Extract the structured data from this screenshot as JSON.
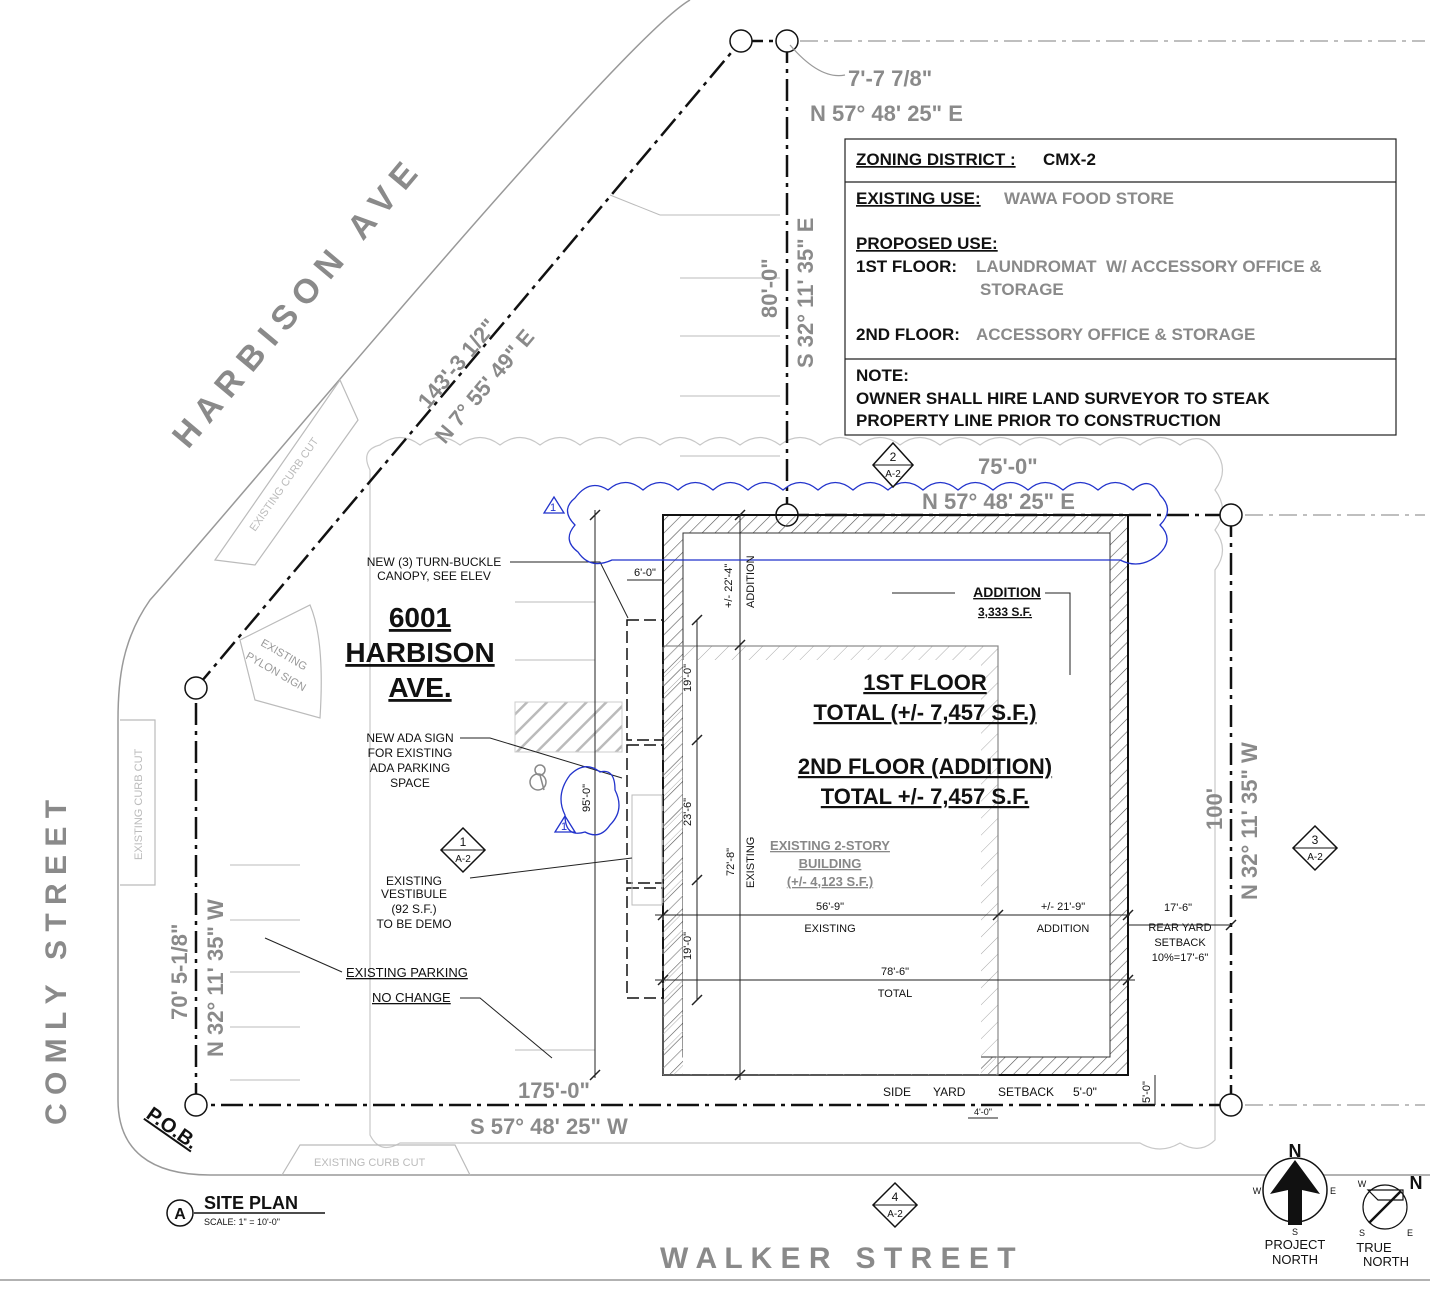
{
  "streets": {
    "harbison": "H A R B I S O N   A V E",
    "comly": "C O M L Y   S T R E E T",
    "walker": "W A L K E R   S T R E E T"
  },
  "property_lines": {
    "north_diag_length": "143'-3 1/2\"",
    "north_diag_bearing": "N 7° 55' 49\" E",
    "top_short_length": "7'-7 7/8\"",
    "top_short_bearing": "N 57° 48' 25\" E",
    "upper_east_length": "80'-0\"",
    "upper_east_bearing": "S 32° 11' 35\" E",
    "rear_length": "75'-0\"",
    "rear_bearing": "N 57° 48' 25\" E",
    "east_length": "100'",
    "east_bearing": "N 32° 11' 35\" W",
    "south_length": "175'-0\"",
    "south_bearing": "S 57° 48' 25\" W",
    "west_length": "70' 5-1/8\"",
    "west_bearing": "N 32° 11' 35\" W",
    "pob": "P.O.B."
  },
  "info_box": {
    "zoning_label": "ZONING DISTRICT :",
    "zoning_value": "CMX-2",
    "existing_use_label": "EXISTING USE:",
    "existing_use_value": "WAWA FOOD STORE",
    "proposed_use_label": "PROPOSED USE:",
    "first_floor_label": "1ST FLOOR:",
    "first_floor_value_1": "LAUNDROMAT  W/ ACCESSORY OFFICE &",
    "first_floor_value_2": "STORAGE",
    "second_floor_label": "2ND FLOOR:",
    "second_floor_value": "ACCESSORY OFFICE & STORAGE",
    "note_label": "NOTE:",
    "note_line_1": "OWNER SHALL HIRE LAND SURVEYOR TO STEAK",
    "note_line_2": "PROPERTY LINE PRIOR TO CONSTRUCTION"
  },
  "address": {
    "line1": "6001",
    "line2": "HARBISON",
    "line3": "AVE."
  },
  "floor_totals": {
    "first_title": "1ST FLOOR",
    "first_total": "TOTAL (+/- 7,457 S.F.)",
    "second_title": "2ND FLOOR (ADDITION)",
    "second_total": "TOTAL +/- 7,457 S.F."
  },
  "addition_label": {
    "title": "ADDITION",
    "area": "3,333 S.F."
  },
  "existing_building": {
    "line1": "EXISTING 2-STORY",
    "line2": "BUILDING",
    "line3": "(+/- 4,123 S.F.)"
  },
  "callouts": {
    "canopy_1": "NEW (3) TURN-BUCKLE",
    "canopy_2": "CANOPY, SEE ELEV",
    "ada_1": "NEW ADA SIGN",
    "ada_2": "FOR EXISTING",
    "ada_3": "ADA PARKING",
    "ada_4": "SPACE",
    "vest_1": "EXISTING",
    "vest_2": "VESTIBULE",
    "vest_3": "(92 S.F.)",
    "vest_4": "TO BE DEMO",
    "parking": "EXISTING PARKING",
    "no_change": "NO CHANGE",
    "pylon_1": "EXISTING",
    "pylon_2": "PYLON SIGN",
    "curb_cut": "EXISTING CURB CUT"
  },
  "dimensions": {
    "six": "6'-0\"",
    "twentytwo": "+/- 22'-4\"",
    "addition_v": "ADDITION",
    "nineteen_a": "19'-0\"",
    "twentythree": "23'-6\"",
    "nineteen_b": "19'-0\"",
    "seventytwo": "72'-8\"",
    "existing_v": "EXISTING",
    "ninetyfive": "95'-0\"",
    "fiftysix": "56'-9\"",
    "existing_h": "EXISTING",
    "twentyone": "+/- 21'-9\"",
    "addition_h": "ADDITION",
    "seventeen": "17'-6\"",
    "rear_setback_1": "REAR YARD",
    "rear_setback_2": "SETBACK",
    "rear_setback_3": "10%=17'-6\"",
    "seventyeight": "78'-6\"",
    "total_h": "TOTAL",
    "side": "SIDE",
    "yard": "YARD",
    "setback": "SETBACK",
    "five": "5'-0\"",
    "five_v": "5'-0\"",
    "four": "4'-0\""
  },
  "sections": [
    {
      "num": "2",
      "sheet": "A-2"
    },
    {
      "num": "1",
      "sheet": "A-2"
    },
    {
      "num": "3",
      "sheet": "A-2"
    },
    {
      "num": "4",
      "sheet": "A-2"
    }
  ],
  "revision": "1",
  "title_block": {
    "letter": "A",
    "title": "SITE PLAN",
    "scale": "SCALE: 1\" = 10'-0\""
  },
  "project_north": {
    "n": "N",
    "s": "S",
    "e": "E",
    "w": "W",
    "label_1": "PROJECT",
    "label_2": "NORTH"
  },
  "true_north": {
    "n": "N",
    "s": "S",
    "e": "E",
    "w": "W",
    "label_1": "TRUE",
    "label_2": "NORTH"
  }
}
